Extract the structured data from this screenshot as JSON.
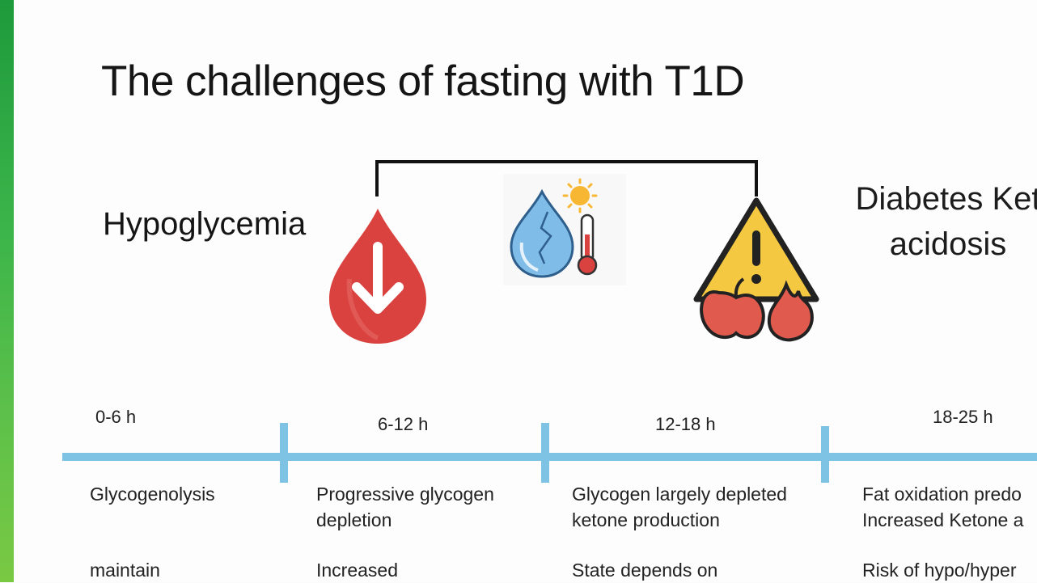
{
  "slide": {
    "title": "The challenges of fasting with T1D",
    "left_label": "Hypoglycemia",
    "right_label_line1": "Diabetes Ket",
    "right_label_line2": "acidosis"
  },
  "icons": {
    "left": "blood-drop-down-arrow-icon",
    "center": "water-drop-thermometer-sun-icon",
    "right": "warning-triangle-fruit-flame-icon"
  },
  "colors": {
    "timeline": "#7ec3e3",
    "drop_red": "#d9423f",
    "warning_yellow": "#f5c842",
    "side_strip": "#3cb54a"
  },
  "timeline": {
    "phases": [
      {
        "time": "0-6 h",
        "desc_line1": "Glycogenolysis",
        "desc_line2": "",
        "desc_line3": "maintain"
      },
      {
        "time": "6-12 h",
        "desc_line1": "Progressive glycogen",
        "desc_line2": "depletion",
        "desc_line3": "Increased"
      },
      {
        "time": "12-18 h",
        "desc_line1": "Glycogen largely depleted",
        "desc_line2": "ketone production",
        "desc_line3": "State depends on"
      },
      {
        "time": "18-25 h",
        "desc_line1": "Fat oxidation predo",
        "desc_line2": "Increased Ketone a",
        "desc_line3": "Risk of hypo/hyper"
      }
    ]
  }
}
